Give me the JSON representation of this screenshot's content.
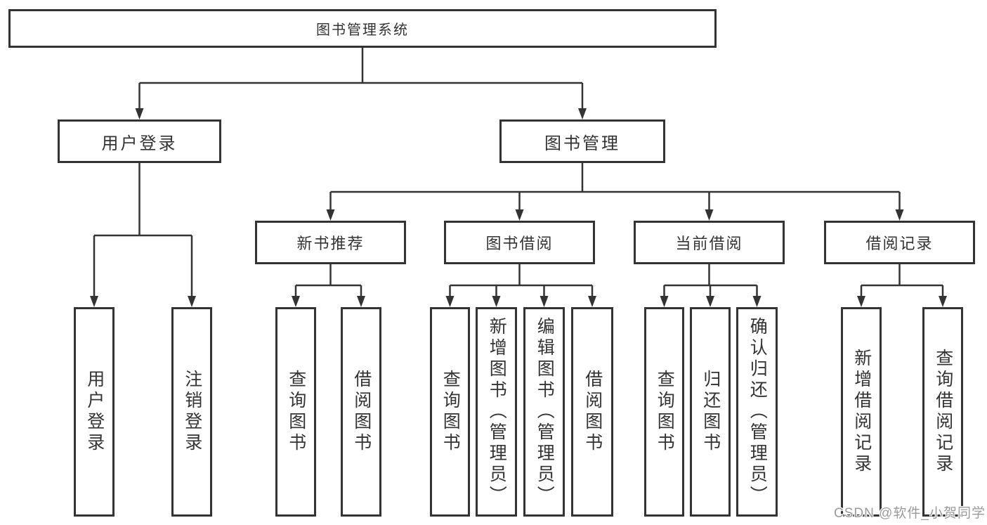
{
  "tree": {
    "label": "图书管理系统",
    "children": [
      {
        "label": "用户登录",
        "children": [
          {
            "label": "用户登录"
          },
          {
            "label": "注销登录"
          }
        ]
      },
      {
        "label": "图书管理",
        "children": [
          {
            "label": "新书推荐",
            "children": [
              {
                "label": "查询图书"
              },
              {
                "label": "借阅图书"
              }
            ]
          },
          {
            "label": "图书借阅",
            "children": [
              {
                "label": "查询图书"
              },
              {
                "label": "新增图书（管理员）"
              },
              {
                "label": "编辑图书（管理员）"
              },
              {
                "label": "借阅图书"
              }
            ]
          },
          {
            "label": "当前借阅",
            "children": [
              {
                "label": "查询图书"
              },
              {
                "label": "归还图书"
              },
              {
                "label": "确认归还（管理员）"
              }
            ]
          },
          {
            "label": "借阅记录",
            "children": [
              {
                "label": "新增借阅记录"
              },
              {
                "label": "查询借阅记录"
              }
            ]
          }
        ]
      }
    ]
  },
  "watermark": {
    "text": "CSDN @软件_小贺同学",
    "color": "#9b9b9b"
  },
  "colors": {
    "line": "#333333",
    "box_border": "#333333",
    "text": "#333333",
    "watermark": "#9b9b9b",
    "background": "#ffffff"
  }
}
